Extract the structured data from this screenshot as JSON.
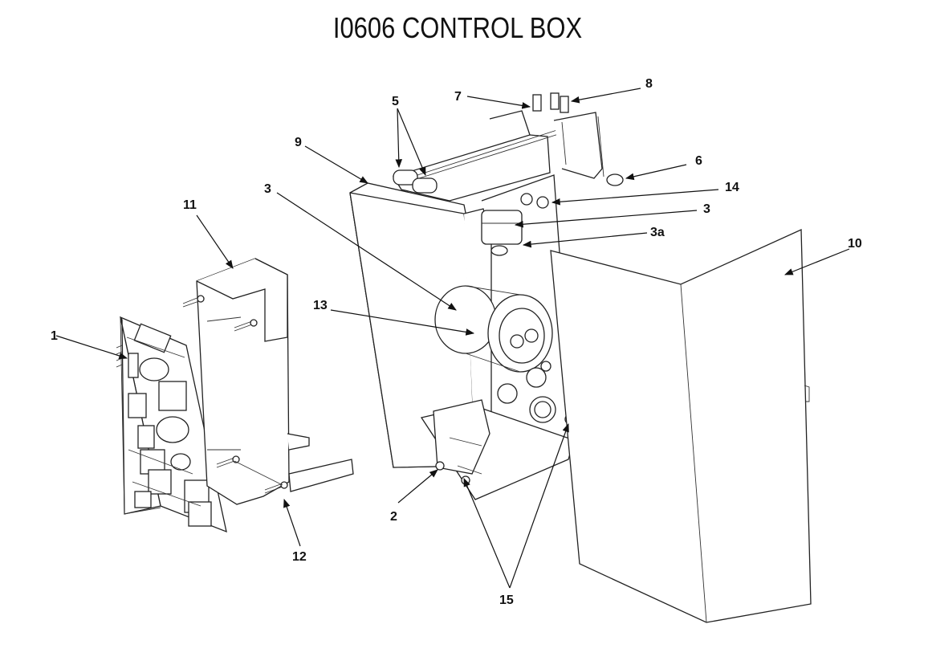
{
  "title": "I0606 CONTROL BOX",
  "callouts": {
    "c1": "1",
    "c2": "2",
    "c3_left": "3",
    "c3_right": "3",
    "c3a": "3a",
    "c5": "5",
    "c6": "6",
    "c7": "7",
    "c8": "8",
    "c9": "9",
    "c10": "10",
    "c11": "11",
    "c12": "12",
    "c13": "13",
    "c14": "14",
    "c15": "15"
  }
}
